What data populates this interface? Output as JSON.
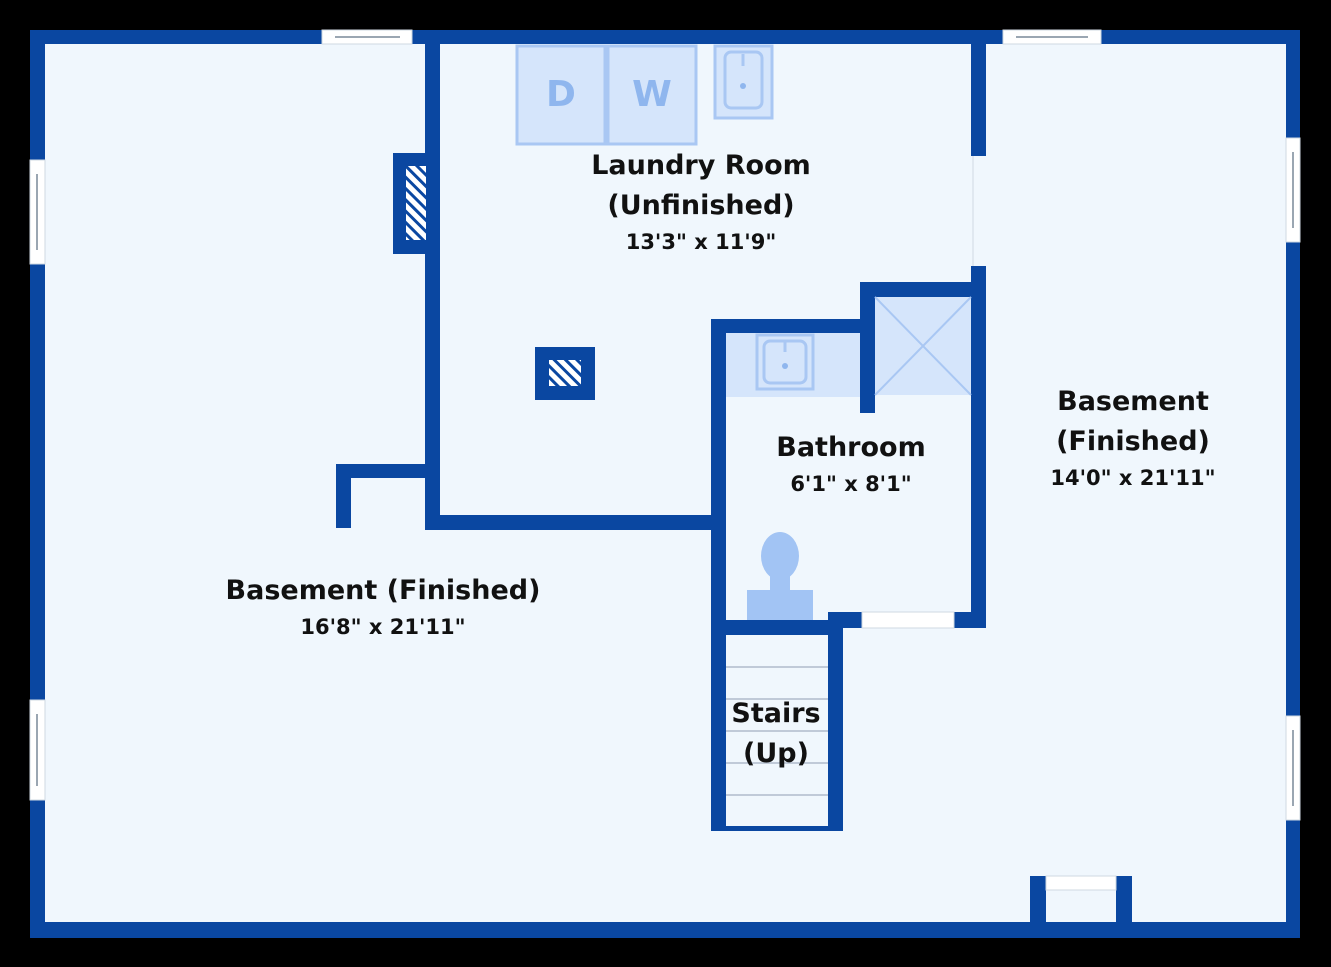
{
  "colors": {
    "background": "#000000",
    "floor": "#f0f7fd",
    "wall": "#0a47a1",
    "fixture": "#d5e5fb",
    "fixture_stroke": "#a9c7f3",
    "fixture_letter": "#8fb6ee",
    "toilet": "#a2c4f4",
    "window": "#ffffff",
    "text": "#111111"
  },
  "rooms": {
    "laundry": {
      "name_line1": "Laundry Room",
      "name_line2": "(Unfinished)",
      "dims": "13'3\" x 11'9\""
    },
    "bathroom": {
      "name": "Bathroom",
      "dims": "6'1\" x 8'1\""
    },
    "basement_right": {
      "name_line1": "Basement",
      "name_line2": "(Finished)",
      "dims": "14'0\" x 21'11\""
    },
    "basement_left": {
      "name": "Basement (Finished)",
      "dims": "16'8\" x 21'11\""
    },
    "stairs": {
      "name_line1": "Stairs",
      "name_line2": "(Up)"
    }
  },
  "fixtures": {
    "dryer_letter": "D",
    "washer_letter": "W"
  }
}
